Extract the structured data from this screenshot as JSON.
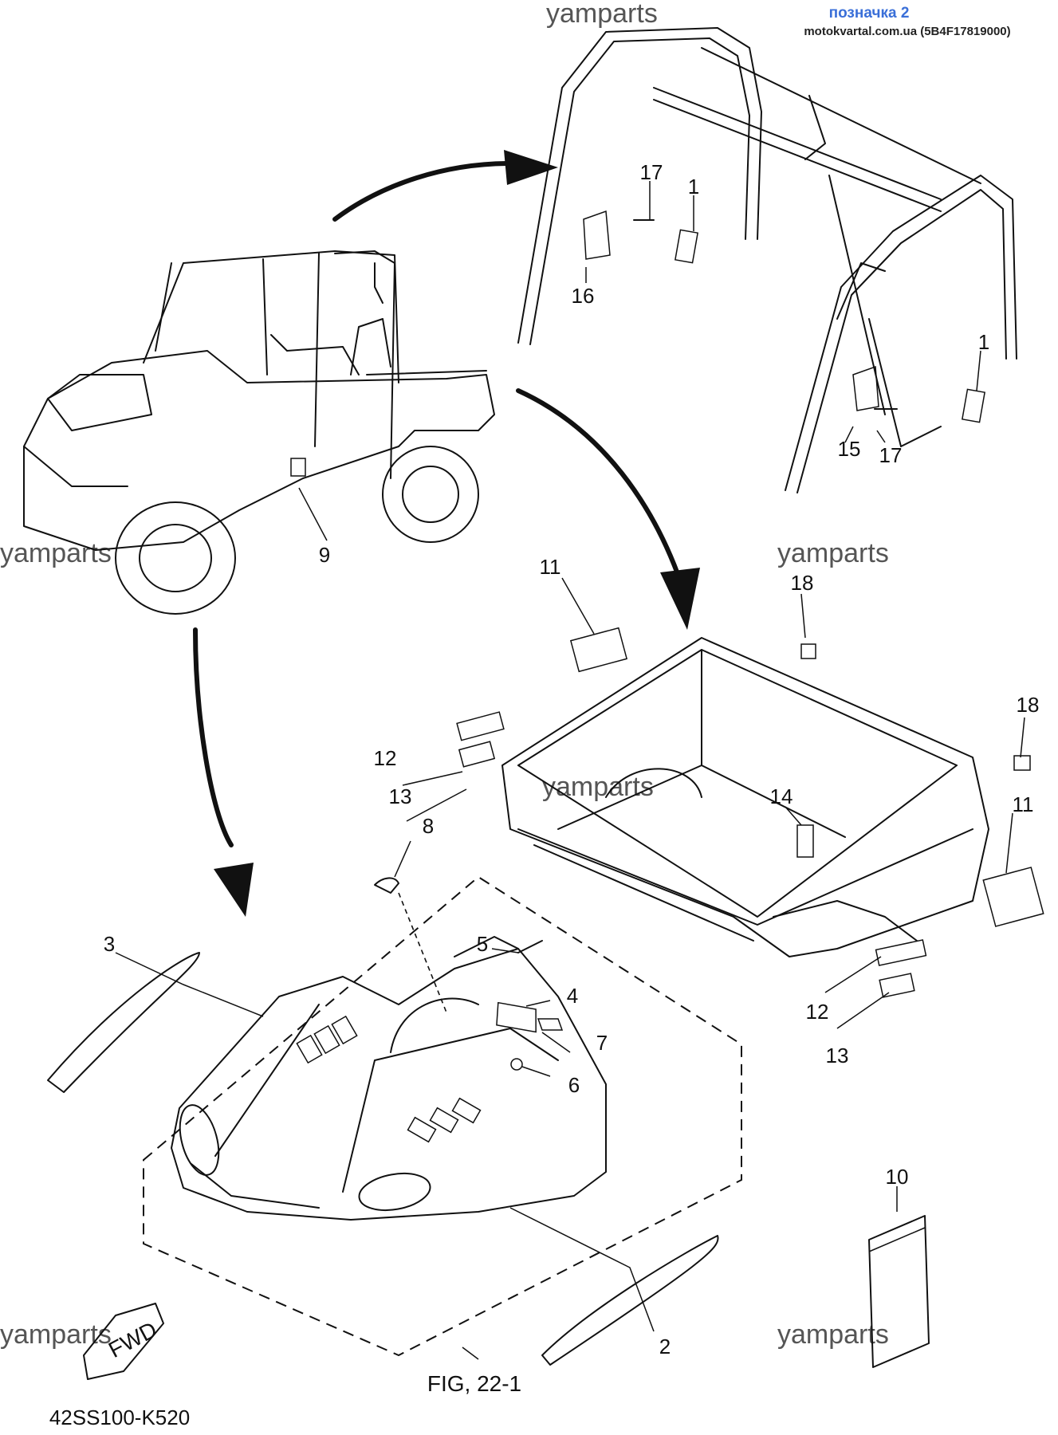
{
  "header": {
    "title": "позначка 2",
    "subtitle": "motokvartal.com.ua (5B4F17819000)"
  },
  "watermark": "yamparts",
  "figure_ref": "FIG, 22-1",
  "drawing_code": "42SS100-K520",
  "fwd_label": "FWD",
  "callouts": {
    "c1a": "1",
    "c1b": "1",
    "c2": "2",
    "c3": "3",
    "c4": "4",
    "c5": "5",
    "c6": "6",
    "c7": "7",
    "c8": "8",
    "c9": "9",
    "c10": "10",
    "c11a": "11",
    "c11b": "11",
    "c12a": "12",
    "c12b": "12",
    "c13a": "13",
    "c13b": "13",
    "c14": "14",
    "c15": "15",
    "c16": "16",
    "c17a": "17",
    "c17b": "17",
    "c18a": "18",
    "c18b": "18"
  },
  "colors": {
    "header_title": "#3a6fd8",
    "ink": "#111111",
    "watermark": "#555555"
  }
}
